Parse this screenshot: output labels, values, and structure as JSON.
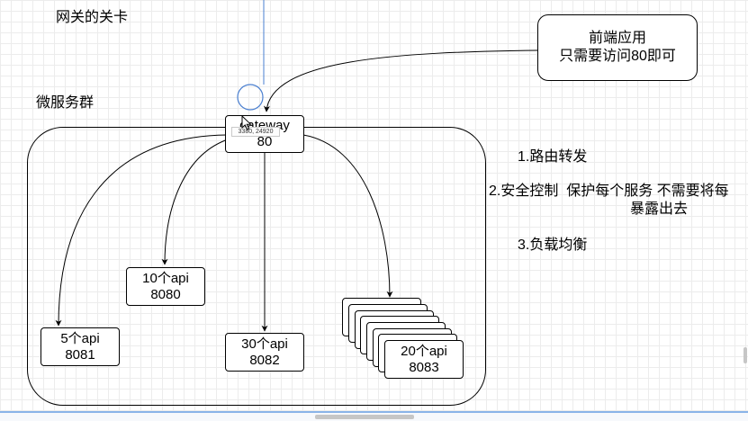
{
  "title": "网关的关卡",
  "group_label": "微服务群",
  "frontend": {
    "line1": "前端应用",
    "line2": "只需要访问80即可"
  },
  "gateway": {
    "name": "gateway",
    "port": "80",
    "drag_tooltip": "3380, 24920"
  },
  "services": [
    {
      "name": "5个api",
      "port": "8081"
    },
    {
      "name": "10个api",
      "port": "8080"
    },
    {
      "name": "30个api",
      "port": "8082"
    },
    {
      "name": "20个api",
      "port": "8083"
    }
  ],
  "features": [
    {
      "text": "1.路由转发"
    },
    {
      "text": "2.安全控制  保护每个服务 不需要将每",
      "continuation": "暴露出去"
    },
    {
      "text": "3.负载均衡"
    }
  ],
  "colors": {
    "selection": "#4a7fd0",
    "stroke": "#000000",
    "scrollbar": "#8ab4e8"
  }
}
